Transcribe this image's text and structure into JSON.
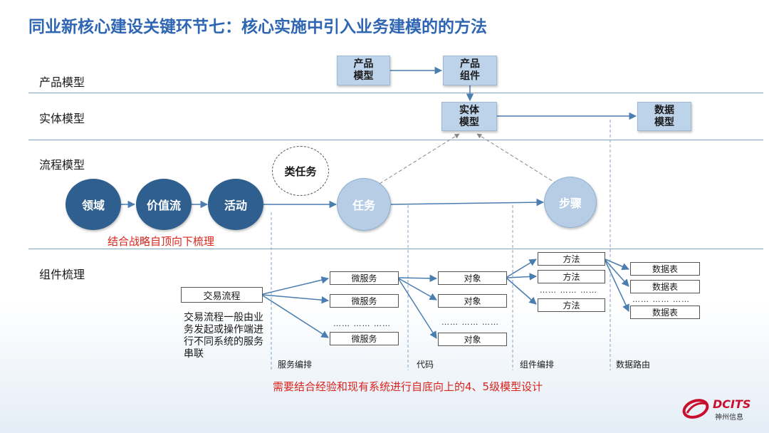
{
  "title": "同业新核心建设关键环节七：核心实施中引入业务建模的的方法",
  "rows": {
    "product": "产品模型",
    "entity": "实体模型",
    "process": "流程模型",
    "component": "组件梳理"
  },
  "product_boxes": {
    "model": "产品\n模型",
    "component": "产品\n组件"
  },
  "entity_boxes": {
    "entity": "实体\n模型",
    "data": "数据\n模型"
  },
  "process_nodes": {
    "domain": "领域",
    "value_stream": "价值流",
    "activity": "活动",
    "task_like": "类任务",
    "task": "任务",
    "step": "步骤"
  },
  "top_down_note": "结合战略自顶向下梳理",
  "components": {
    "trade_flow": "交易流程",
    "trade_desc": "交易流程一般由业务发起或操作端进行不同系统的服务串联",
    "microservices": [
      "微服务",
      "微服务",
      "微服务"
    ],
    "objects": [
      "对象",
      "对象",
      "对象"
    ],
    "methods": [
      "方法",
      "方法",
      "方法"
    ],
    "tables": [
      "数据表",
      "数据表",
      "数据表"
    ],
    "ellipsis": "…… …… ……"
  },
  "sections": {
    "service": "服务编排",
    "code": "代码",
    "component": "组件编排",
    "routing": "数据路由"
  },
  "bottom_up_note": "需要结合经验和现有系统进行自底向上的4、5级模型设计",
  "logo": {
    "brand": "DCITS",
    "subtitle": "神州信息",
    "color": "#c8102e"
  },
  "colors": {
    "title": "#2f66b3",
    "dark_node": "#2e5f8f",
    "light_node": "#b6cde5",
    "note": "#d9241c",
    "line": "#4a7db0"
  }
}
